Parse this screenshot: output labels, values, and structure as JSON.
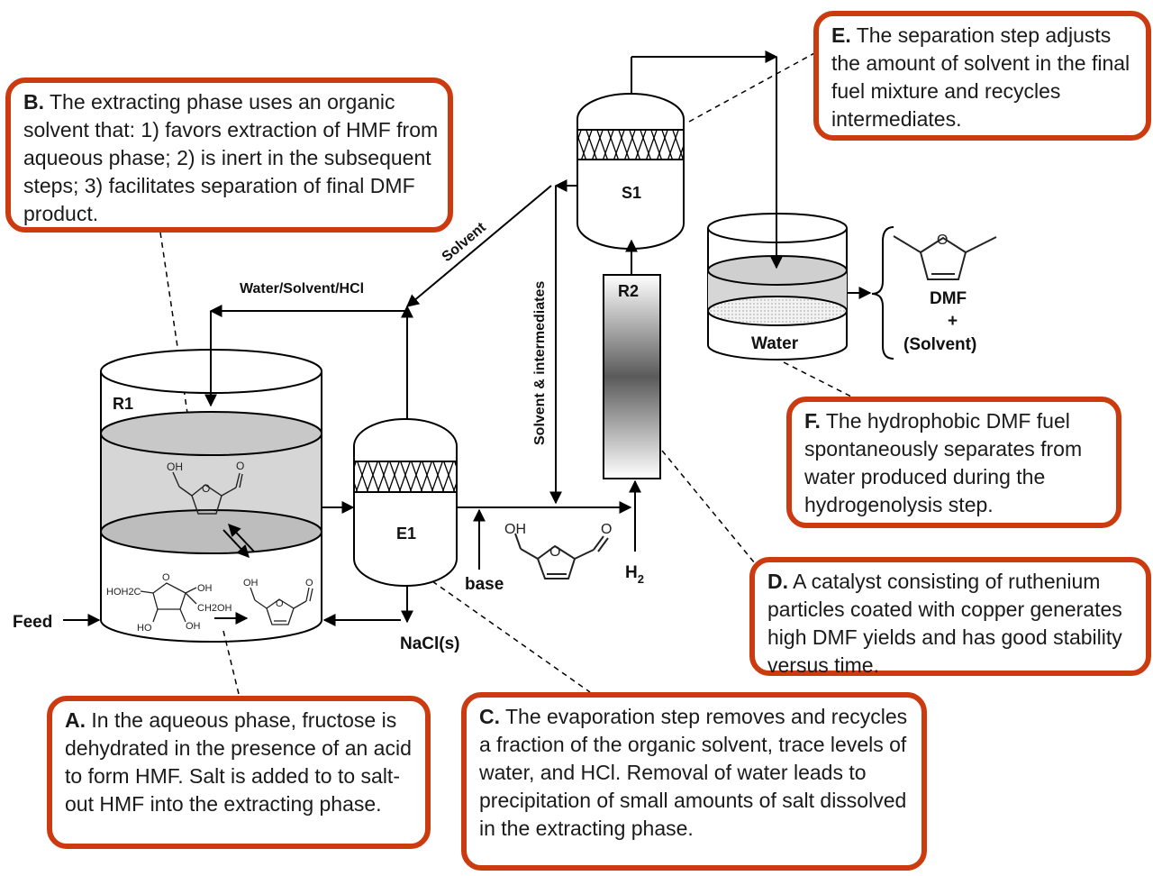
{
  "callouts": [
    {
      "id": "A",
      "letter": "A.",
      "text": " In the aqueous phase, fructose is dehydrated in the presence of an acid to form HMF. Salt is added to to salt-out HMF into the extracting phase."
    },
    {
      "id": "B",
      "letter": "B.",
      "text": " The extracting phase uses an organic solvent that: 1) favors extraction of HMF from aqueous phase; 2) is inert in the subsequent steps; 3) facilitates separation of final DMF product."
    },
    {
      "id": "C",
      "letter": "C.",
      "text": " The evaporation step removes and recycles a fraction of the organic solvent, trace levels of water, and HCl.  Removal of water leads to precipitation of small amounts of salt dissolved in the extracting phase."
    },
    {
      "id": "D",
      "letter": "D.",
      "text": " A catalyst consisting of ruthenium particles coated with copper generates high DMF yields and has good stability versus time."
    },
    {
      "id": "E",
      "letter": "E.",
      "text": " The separation step adjusts the amount of solvent in the final fuel mixture and recycles intermediates."
    },
    {
      "id": "F",
      "letter": "F.",
      "text": " The hydrophobic DMF fuel spontaneously separates from water produced during the hydrogenolysis step."
    }
  ],
  "units": {
    "r1": "R1",
    "e1": "E1",
    "r2": "R2",
    "s1": "S1"
  },
  "streams": {
    "feed": "Feed",
    "recycle": "Water/Solvent/HCl",
    "solvent": "Solvent",
    "intermediates": "Solvent & intermediates",
    "base": "base",
    "nacl": "NaCl(s)",
    "h2": "H",
    "h2_sub": "2",
    "water": "Water",
    "dmf": "DMF",
    "plus": "+",
    "solvent_paren": "(Solvent)"
  },
  "molecules": {
    "oh": "OH",
    "o": "O",
    "hoh2c": "HOH2C",
    "ch2oh": "CH2OH",
    "ho": "HO"
  },
  "colors": {
    "callout_border": "#cc3a10",
    "phase_gray": "#d6d6d6",
    "line": "#000000"
  }
}
